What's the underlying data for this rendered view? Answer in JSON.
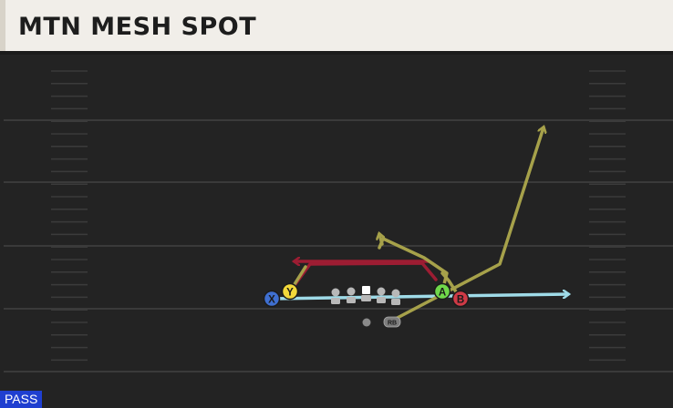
{
  "play": {
    "title": "MTN MESH SPOT",
    "type_badge": "PASS"
  },
  "players": {
    "x": {
      "label": "X",
      "color": "#3f6fd0"
    },
    "y": {
      "label": "Y",
      "color": "#f2d83a"
    },
    "a": {
      "label": "A",
      "color": "#6fd84a"
    },
    "b": {
      "label": "B",
      "color": "#cf3a46"
    },
    "rb": {
      "label": "RB",
      "color": "#8a8a8a"
    }
  },
  "route_colors": {
    "blue": "#9fdbe8",
    "red": "#9d1d33",
    "yellow": "#a6a14a"
  }
}
